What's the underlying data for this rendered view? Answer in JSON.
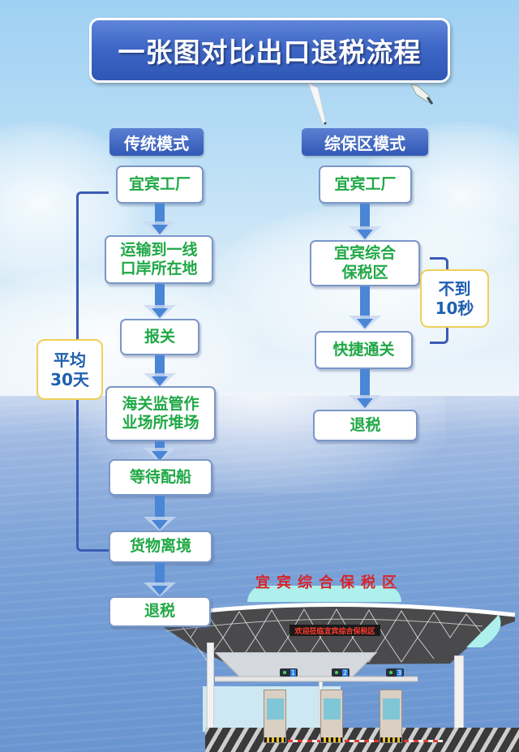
{
  "title": "一张图对比出口退税流程",
  "colors": {
    "title_bg": "#3e66c6",
    "step_text": "#1fa845",
    "arrow": "#4a86d6",
    "bracket": "#3a5cb5",
    "duration_text": "#1f5fb0",
    "duration_border": "#f0cf5a",
    "gate_sign": "#d8242a"
  },
  "traditional": {
    "label": "传统模式",
    "steps": [
      {
        "label": "宜宾工厂"
      },
      {
        "label": "运输到一线\n口岸所在地"
      },
      {
        "label": "报关"
      },
      {
        "label": "海关监管作\n业场所堆场"
      },
      {
        "label": "等待配船"
      },
      {
        "label": "货物离境"
      },
      {
        "label": "退税"
      }
    ],
    "duration": "平均\n30天"
  },
  "bonded_zone": {
    "label": "综保区模式",
    "steps": [
      {
        "label": "宜宾工厂"
      },
      {
        "label": "宜宾综合\n保税区"
      },
      {
        "label": "快捷通关"
      },
      {
        "label": "退税"
      }
    ],
    "duration": "不到\n10秒"
  },
  "illustration": {
    "gate_sign": "宜宾综合保税区",
    "led_banner": "欢迎莅临宜宾综合保税区",
    "lanes": [
      "1",
      "2",
      "3"
    ]
  }
}
